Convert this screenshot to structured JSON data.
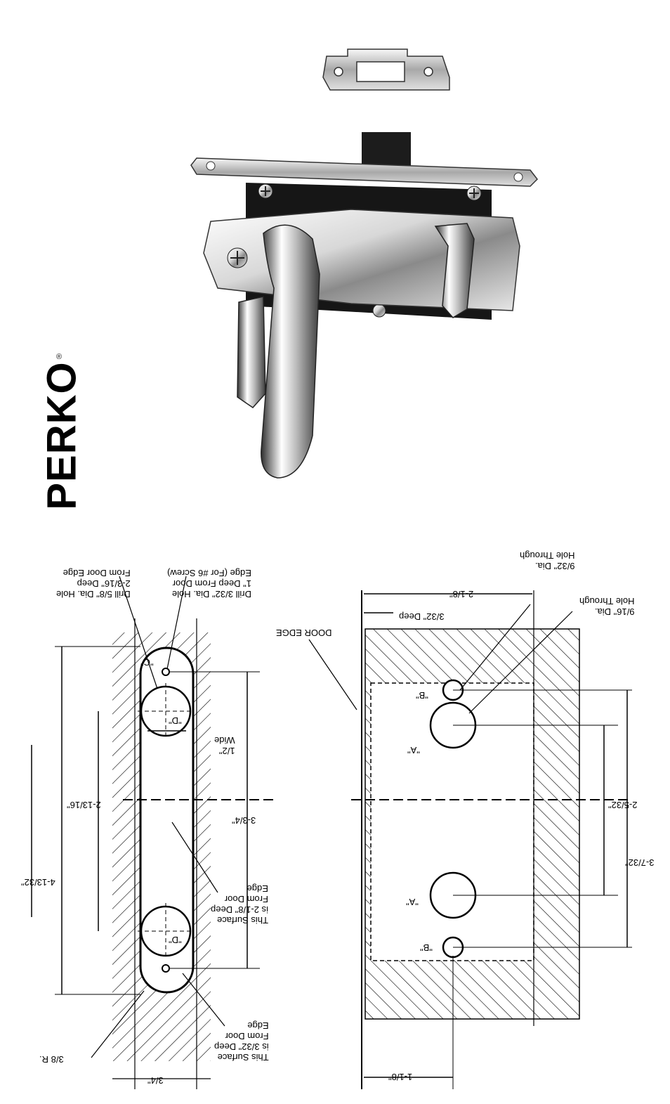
{
  "brand": {
    "name": "PERKO",
    "registered_mark": "®"
  },
  "product": {
    "image_label": "latch-assembly-photo",
    "strike_plate_label": "strike-plate-photo"
  },
  "door_diagram": {
    "door_edge": "DOOR EDGE",
    "dim_2_1_8": "2-1/8\"",
    "dim_3_32_deep": "3/32\" Deep",
    "hole_9_32": "9/32\" Dia.\nHole Through",
    "hole_9_16": "9/16\" Dia.\nHole Through",
    "dim_2_5_32": "2-5/32\"",
    "dim_3_7_32": "3-7/32\"",
    "dim_1_1_8": "1-1/8\"",
    "hole_a_top": "\"A\"",
    "hole_b_top": "\"B\"",
    "hole_a_bottom": "\"A\"",
    "hole_b_bottom": "\"B\""
  },
  "edge_diagram": {
    "drill_5_8": "Drill 5/8\" Dia. Hole\n2-3/16\" Deep\nFrom Door Edge",
    "drill_3_32": "Drill 3/32\" Dia. Hole\n1\" Deep From Door\nEdge (For #6 Screw)",
    "dim_1_2_wide": "1/2\"\nWide",
    "dim_2_13_16": "2-13/16\"",
    "dim_3_3_4": "3-3/4\"",
    "dim_4_13_32": "4-13/32\"",
    "surface_2_1_8": "This Surface\nis 2-1/8\" Deep\nFrom Door\nEdge",
    "surface_3_32": "This Surface\nis 3/32\" Deep\nFrom Door\nEdge",
    "radius": "3/8 R.",
    "dim_3_4": "3/4\"",
    "hole_c": "\"C\"",
    "hole_d_top": "\"D\"",
    "hole_d_bottom": "\"D\""
  },
  "colors": {
    "chrome_light": "#f2f2f2",
    "chrome_mid": "#b8b8b8",
    "chrome_dark": "#3a3a3a",
    "backplate": "#1a1a1a",
    "ink": "#000000"
  }
}
